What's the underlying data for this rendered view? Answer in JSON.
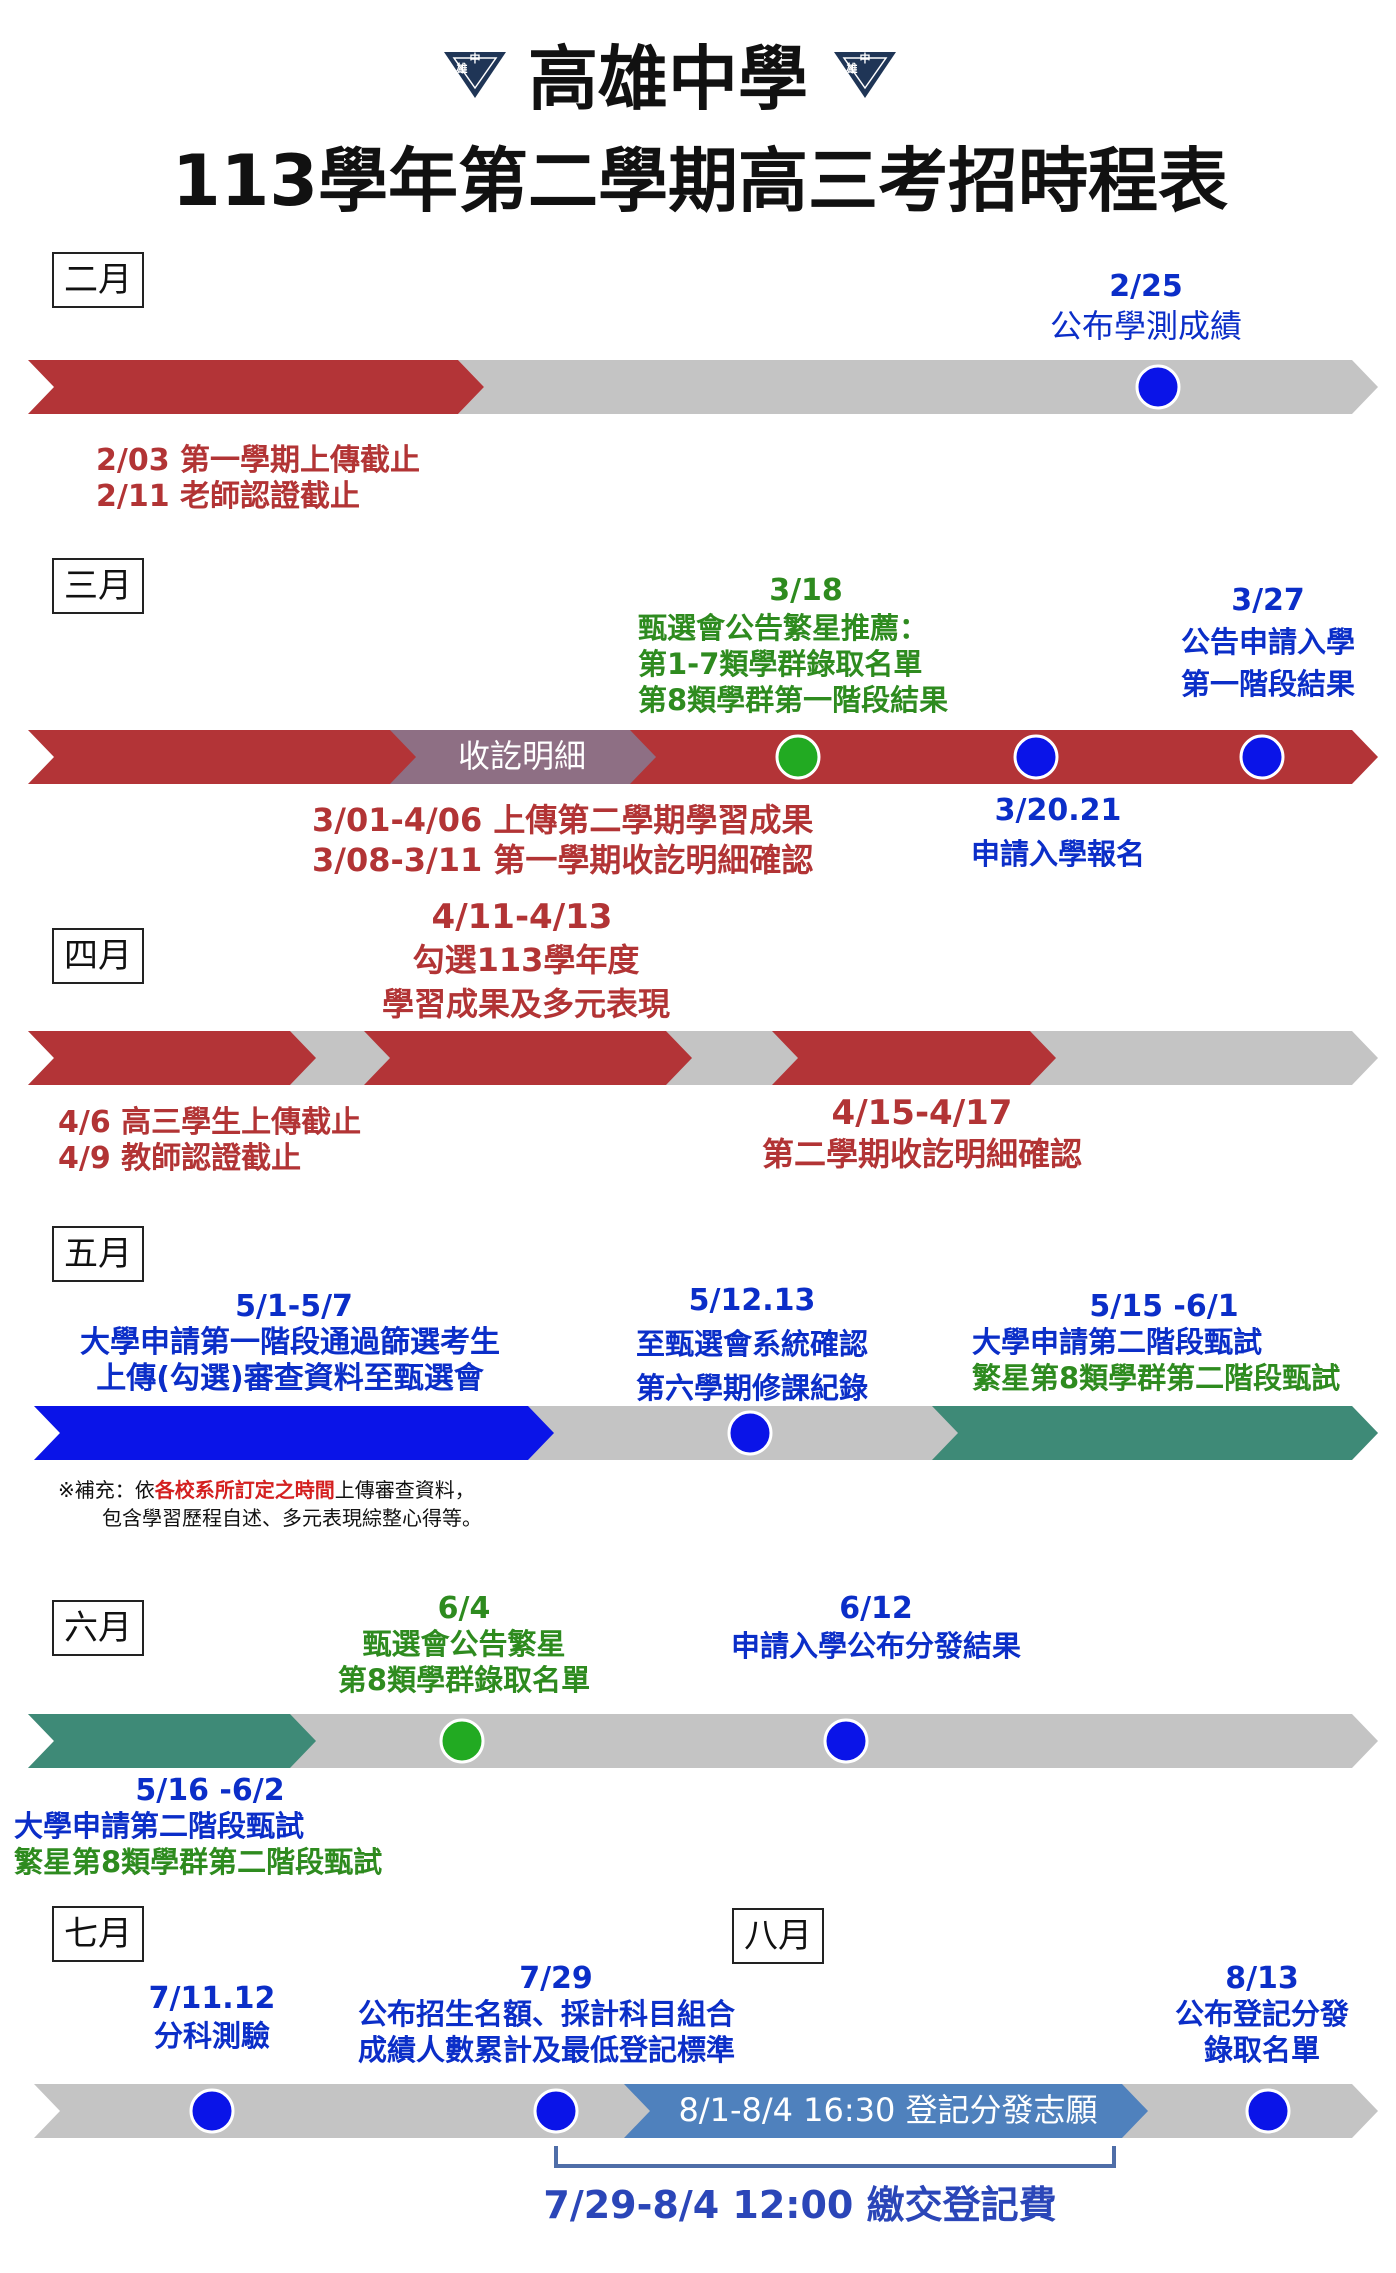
{
  "header": {
    "school": "高雄中學",
    "title": "113學年第二學期高三考招時程表",
    "logo_text_top": "中",
    "logo_text_left": "雄"
  },
  "colors": {
    "red": "#b33437",
    "gray": "#c4c4c4",
    "purple": "#8e6f84",
    "blue": "#0a14e8",
    "teal": "#3e8a77",
    "steel": "#4f81bd",
    "dot_blue": "#0a14e8",
    "dot_green": "#22aa22"
  },
  "feb": {
    "month": "二月",
    "event_date": "2/25",
    "event_text": "公布學測成績",
    "notes": [
      "2/03 第一學期上傳截止",
      "2/11 老師認證截止"
    ]
  },
  "mar": {
    "month": "三月",
    "bar_label": "收訖明細",
    "e318_date": "3/18",
    "e318_lines": [
      "甄選會公告繁星推薦：",
      "第1-7類學群錄取名單",
      "第8類學群第一階段結果"
    ],
    "e327_date": "3/27",
    "e327_lines": [
      "公告申請入學",
      "第一階段結果"
    ],
    "e320_date": "3/20.21",
    "e320_text": "申請入學報名",
    "notes": [
      "3/01-4/06 上傳第二學期學習成果",
      "3/08-3/11 第一學期收訖明細確認"
    ]
  },
  "apr": {
    "month": "四月",
    "top_date": "4/11-4/13",
    "top_lines": [
      "勾選113學年度",
      "學習成果及多元表現"
    ],
    "notes": [
      "4/6 高三學生上傳截止",
      "4/9 教師認證截止"
    ],
    "right_date": "4/15-4/17",
    "right_text": "第二學期收訖明細確認"
  },
  "may": {
    "month": "五月",
    "e1_date": "5/1-5/7",
    "e1_lines": [
      "大學申請第一階段通過篩選考生",
      "上傳(勾選)審查資料至甄選會"
    ],
    "e2_date": "5/12.13",
    "e2_lines": [
      "至甄選會系統確認",
      "第六學期修課紀錄"
    ],
    "e3_date": "5/15 -6/1",
    "e3_line1": "大學申請第二階段甄試",
    "e3_line2": "繁星第8類學群第二階段甄試",
    "note_prefix": "※補充：依",
    "note_highlight": "各校系所訂定之時間",
    "note_suffix": "上傳審查資料，",
    "note_line2": "包含學習歷程自述、多元表現綜整心得等。"
  },
  "jun": {
    "month": "六月",
    "e1_date": "6/4",
    "e1_lines": [
      "甄選會公告繁星",
      "第8類學群錄取名單"
    ],
    "e2_date": "6/12",
    "e2_text": "申請入學公布分發結果",
    "bottom_date": "5/16 -6/2",
    "bottom_line1": "大學申請第二階段甄試",
    "bottom_line2": "繁星第8類學群第二階段甄試"
  },
  "jul": {
    "month": "七月",
    "month_aug": "八月",
    "e1_date": "7/11.12",
    "e1_text": "分科測驗",
    "e2_date": "7/29",
    "e2_lines": [
      "公布招生名額、採計科目組合",
      "成績人數累計及最低登記標準"
    ],
    "e3_date": "8/13",
    "e3_lines": [
      "公布登記分發",
      "錄取名單"
    ],
    "bar_label": "8/1-8/4 16:30  登記分發志願",
    "fee_text": "7/29-8/4 12:00   繳交登記費"
  }
}
